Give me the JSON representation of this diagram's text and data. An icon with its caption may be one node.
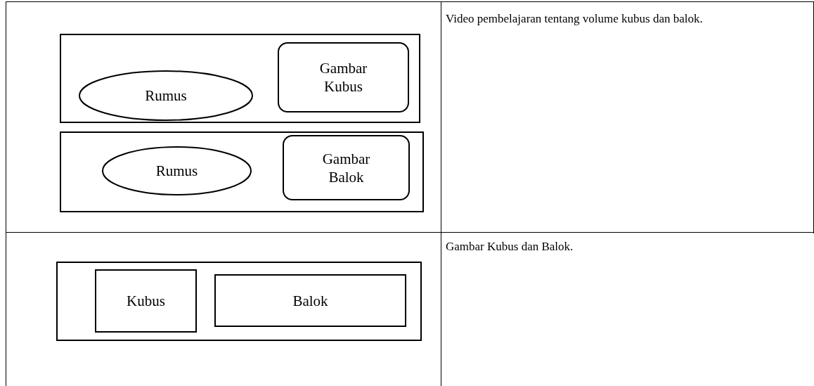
{
  "diagram": {
    "nodes": [
      {
        "text": [],
        "shape": "box"
      },
      {
        "text": [
          "Rumus"
        ],
        "in": 0
      },
      {
        "text": [
          "Gambar Kubus"
        ],
        "in": 0
      },
      {
        "text": [],
        "shape": "box"
      },
      {
        "text": [
          "Rumus"
        ],
        "in": 3
      },
      {
        "text": [
          "Gambar Balok"
        ],
        "in": 3
      },
      {
        "text": [],
        "shape": "box"
      },
      {
        "text": [
          "Kubus"
        ],
        "in": 6
      },
      {
        "text": [
          "Balok"
        ],
        "in": 6
      }
    ],
    "labels": [
      "Video pembelajaran tentang volume kubus dan balok.",
      "Gambar Kubus dan Balok."
    ]
  }
}
